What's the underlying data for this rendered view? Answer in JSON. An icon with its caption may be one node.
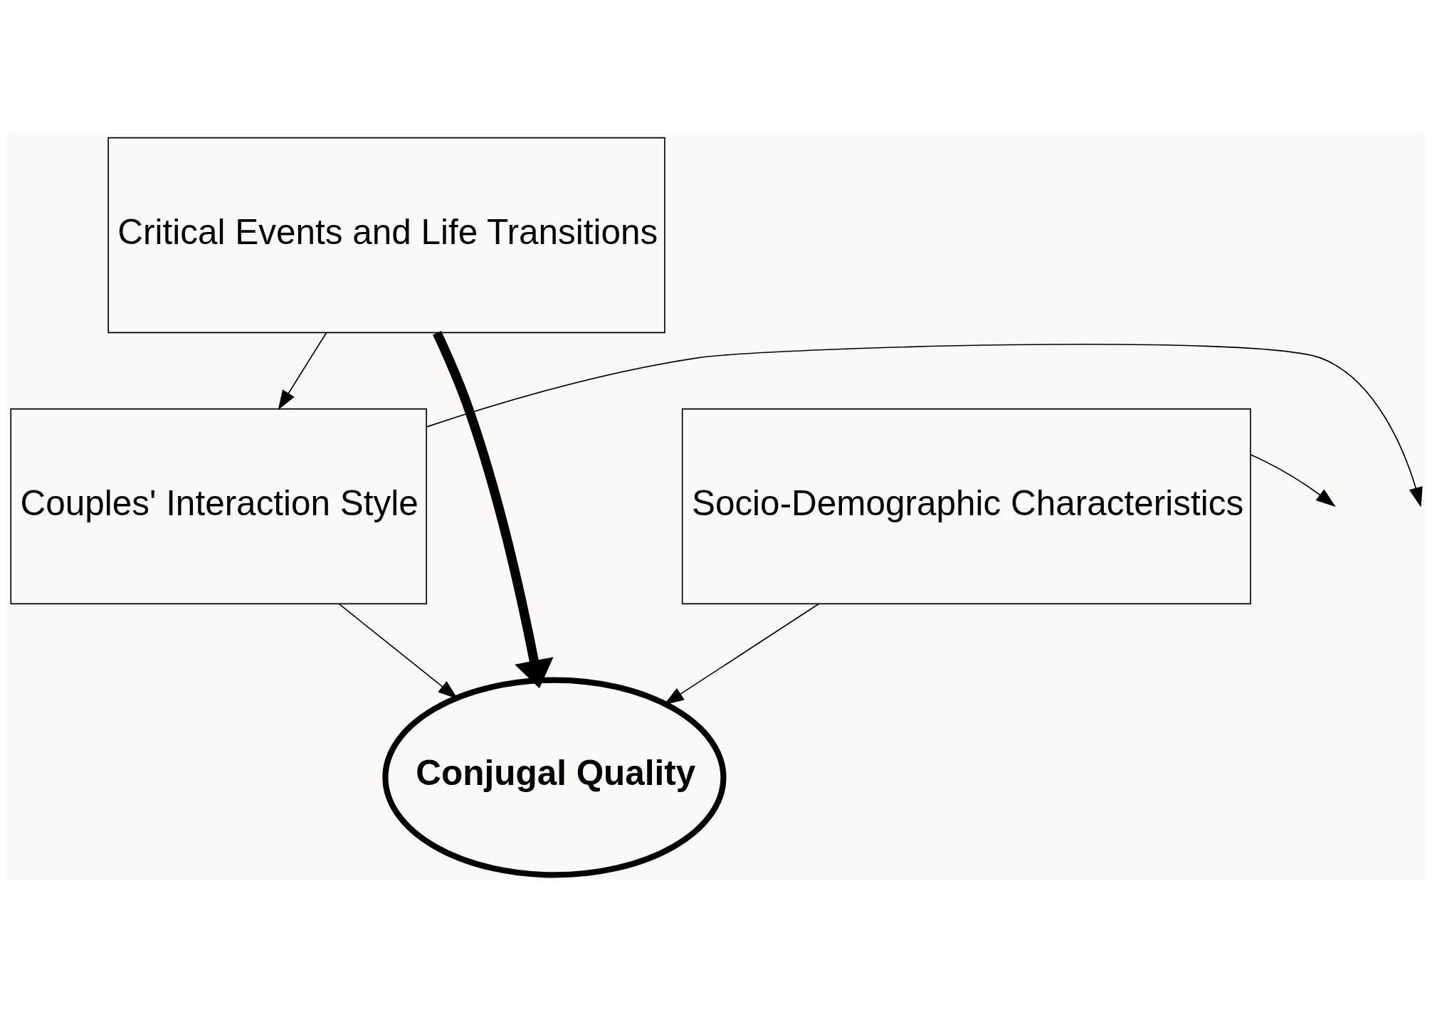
{
  "diagram": {
    "nodes": [
      {
        "text": [
          "Critical Events and Life Transitions"
        ]
      },
      {
        "text": [
          "Socio-Demographic Characteristics"
        ]
      },
      {
        "text": [
          "Couples' Interaction Style"
        ]
      },
      {
        "text": [
          "Conjugal Quality"
        ]
      }
    ],
    "edges": [
      {
        "from": 0,
        "to": 3,
        "arrow": "to",
        "style": "thick"
      },
      {
        "from": 0,
        "to": 2,
        "arrow": "to"
      },
      {
        "from": 1,
        "to": null,
        "arrow": "to"
      },
      {
        "from": 2,
        "to": null,
        "arrow": "to"
      },
      {
        "from": 1,
        "to": 3,
        "arrow": "to"
      },
      {
        "from": 2,
        "to": 3,
        "arrow": "to"
      }
    ]
  }
}
